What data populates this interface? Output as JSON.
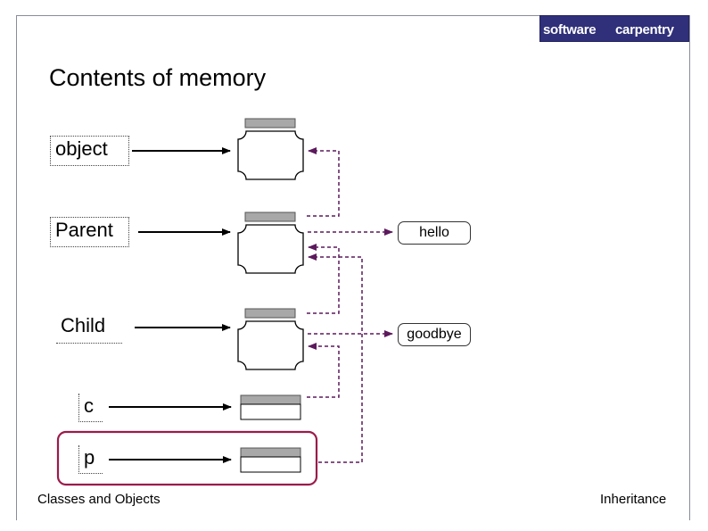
{
  "slide": {
    "title": "Contents of memory",
    "footer_left": "Classes and Objects",
    "footer_right": "Inheritance"
  },
  "logo": {
    "word1": "software",
    "word2": "carpentry"
  },
  "variables": [
    "object",
    "Parent",
    "Child",
    "c",
    "p"
  ],
  "values": [
    "hello",
    "goodbye"
  ],
  "colors": {
    "pointer": "#000000",
    "dashed_link": "#5c1a5c",
    "highlight": "#9b1b4a",
    "box_header": "#a8a8a8",
    "logo_bg": "#2f2f7a"
  }
}
